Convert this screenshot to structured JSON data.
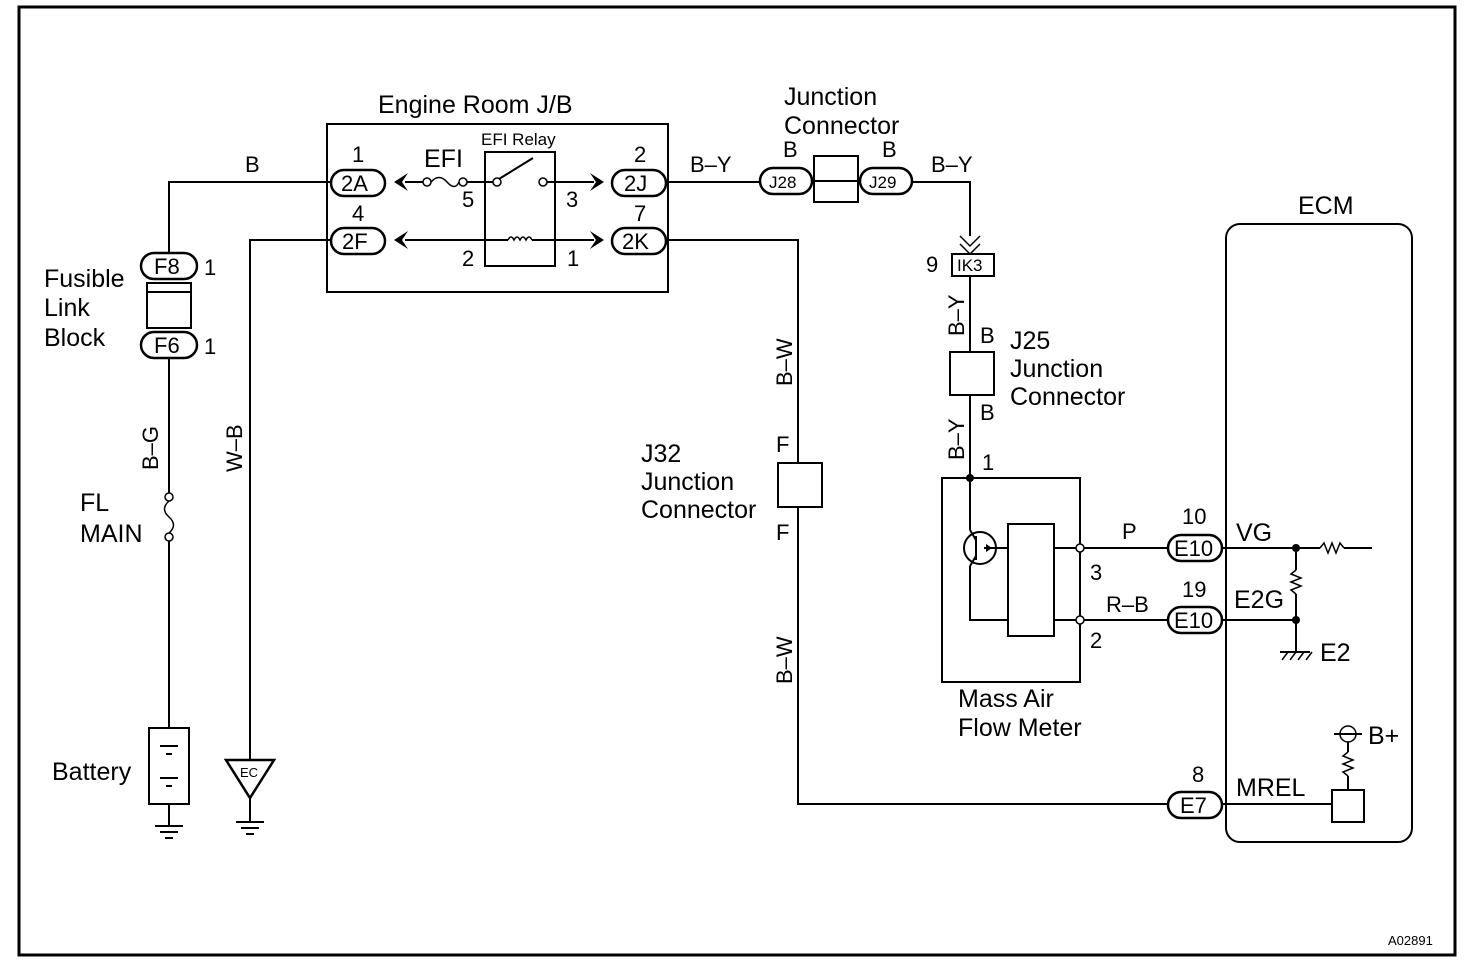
{
  "labels": {
    "engine_room_jb": "Engine Room J/B",
    "efi_relay": "EFI Relay",
    "efi_fuse": "EFI",
    "junction_connector_top_1": "Junction",
    "junction_connector_top_2": "Connector",
    "fusible_link_1": "Fusible",
    "fusible_link_2": "Link",
    "fusible_link_3": "Block",
    "fl_main_1": "FL",
    "fl_main_2": "MAIN",
    "battery": "Battery",
    "ecm": "ECM",
    "j25_1": "J25",
    "j25_2": "Junction",
    "j25_3": "Connector",
    "j32_1": "J32",
    "j32_2": "Junction",
    "j32_3": "Connector",
    "maf_1": "Mass Air",
    "maf_2": "Flow Meter",
    "vg": "VG",
    "e2g": "E2G",
    "e2": "E2",
    "mrel": "MREL",
    "bplus": "B+",
    "code": "A02891",
    "ground_ec": "EC"
  },
  "connectors": {
    "c2a": "2A",
    "c2f": "2F",
    "c2j": "2J",
    "c2k": "2K",
    "j28": "J28",
    "j29": "J29",
    "f8": "F8",
    "f6": "F6",
    "ik3": "IK3",
    "e10a": "E10",
    "e10b": "E10",
    "e7": "E7"
  },
  "pins": {
    "p2a": "1",
    "p2f": "4",
    "p2j": "2",
    "p2k": "7",
    "relay5": "5",
    "relay3": "3",
    "relay2": "2",
    "relay1": "1",
    "f8": "1",
    "f6": "1",
    "ik3": "9",
    "maf1": "1",
    "maf3": "3",
    "maf2": "2",
    "e10a": "10",
    "e10b": "19",
    "e7": "8"
  },
  "wires": {
    "b_top": "B",
    "by_top": "B–Y",
    "by_top2": "B–Y",
    "j28_b": "B",
    "j29_b": "B",
    "bg": "B–G",
    "wb": "W–B",
    "bw_upper": "B–W",
    "bw_lower": "B–W",
    "by_mid": "B–Y",
    "by_low": "B–Y",
    "j25_b_top": "B",
    "j25_b_bot": "B",
    "j32_f_top": "F",
    "j32_f_bot": "F",
    "p": "P",
    "rb": "R–B"
  }
}
